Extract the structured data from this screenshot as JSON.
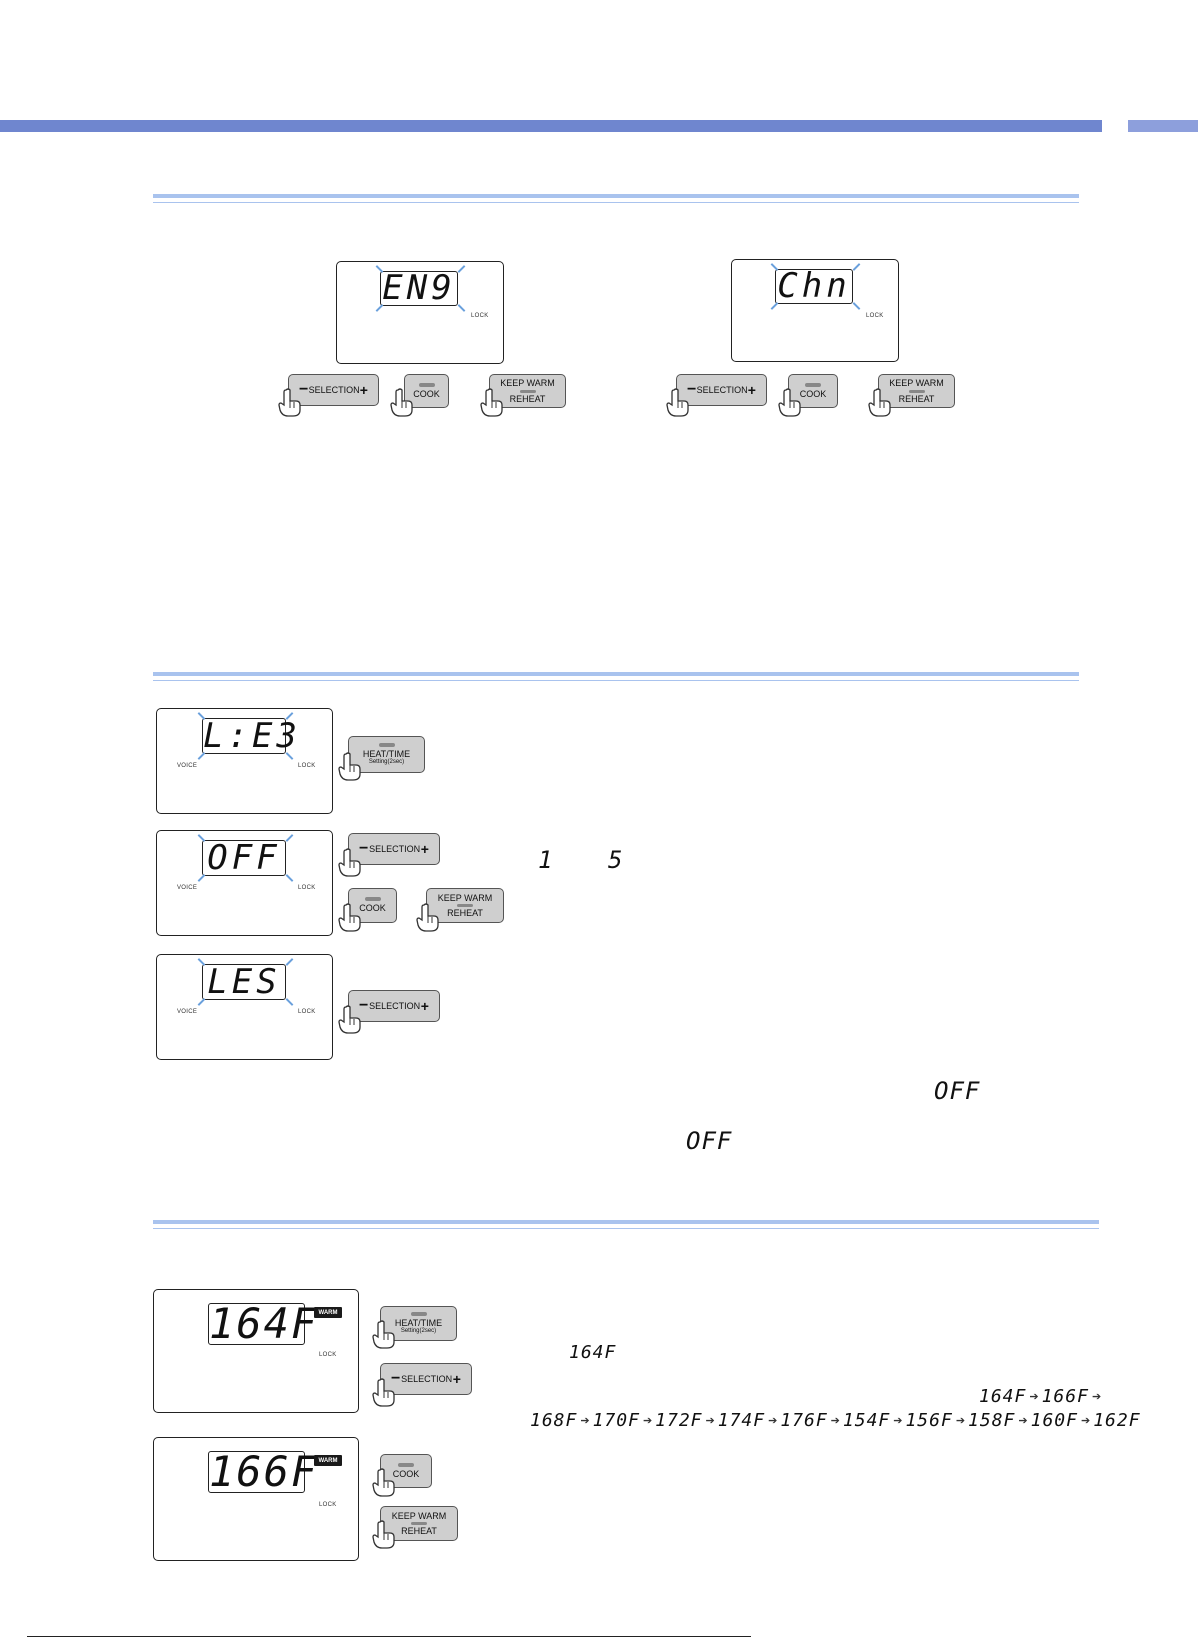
{
  "language_section": {
    "panel_a": {
      "display": "EN9",
      "lock_label": "LOCK",
      "buttons": {
        "selection": "SELECTION",
        "cook": "COOK",
        "keep_warm": "KEEP WARM",
        "reheat": "REHEAT"
      }
    },
    "panel_b": {
      "display": "Chn",
      "lock_label": "LOCK",
      "buttons": {
        "selection": "SELECTION",
        "cook": "COOK",
        "keep_warm": "KEEP WARM",
        "reheat": "REHEAT"
      }
    }
  },
  "lock_section": {
    "panel_1": {
      "display": "L:E3",
      "voice_label": "VOICE",
      "lock_label": "LOCK"
    },
    "panel_1_button": {
      "line1": "HEAT/TIME",
      "line2": "Setting(2sec)"
    },
    "panel_2": {
      "display": "OFF",
      "voice_label": "VOICE",
      "lock_label": "LOCK"
    },
    "panel_2_buttons": {
      "selection": "SELECTION",
      "cook": "COOK",
      "keep_warm": "KEEP WARM",
      "reheat": "REHEAT"
    },
    "panel_3": {
      "display": "LES",
      "voice_label": "VOICE",
      "lock_label": "LOCK"
    },
    "panel_3_button": {
      "selection": "SELECTION"
    },
    "glyph_one": "1",
    "glyph_five": "5",
    "glyph_off_1": "OFF",
    "glyph_off_2": "OFF"
  },
  "temp_section": {
    "panel_1": {
      "display": "164F",
      "warm_label": "WARM",
      "lock_label": "LOCK"
    },
    "panel_2": {
      "display": "166F",
      "warm_label": "WARM",
      "lock_label": "LOCK"
    },
    "buttons": {
      "heat_time": "HEAT/TIME",
      "heat_time_sub": "Setting(2sec)",
      "selection": "SELECTION",
      "cook": "COOK",
      "keep_warm": "KEEP WARM",
      "reheat": "REHEAT"
    },
    "glyph_default": "164F",
    "seq_row1": [
      "164F",
      "166F"
    ],
    "seq_row2": [
      "168F",
      "170F",
      "172F",
      "174F",
      "176F",
      "154F",
      "156F",
      "158F",
      "160F",
      "162F"
    ]
  }
}
